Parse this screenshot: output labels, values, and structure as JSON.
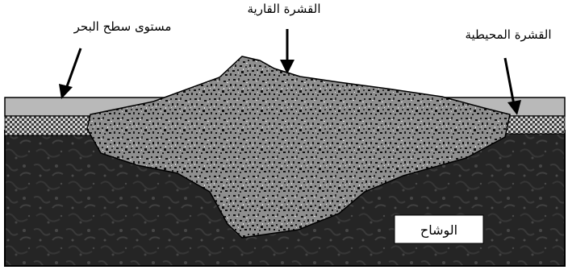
{
  "diagram": {
    "labels": {
      "sea_level": "مستوى سطح البحر",
      "continental_crust": "القشرة القارية",
      "oceanic_crust": "القشرة المحيطية",
      "mantle": "الوشاح"
    },
    "colors": {
      "sea": "#b6b6b6",
      "mantle": "#222222",
      "continental_crust": "#8f8f8f",
      "oceanic_crust": "#cfcfcf",
      "outline": "#000000"
    }
  }
}
